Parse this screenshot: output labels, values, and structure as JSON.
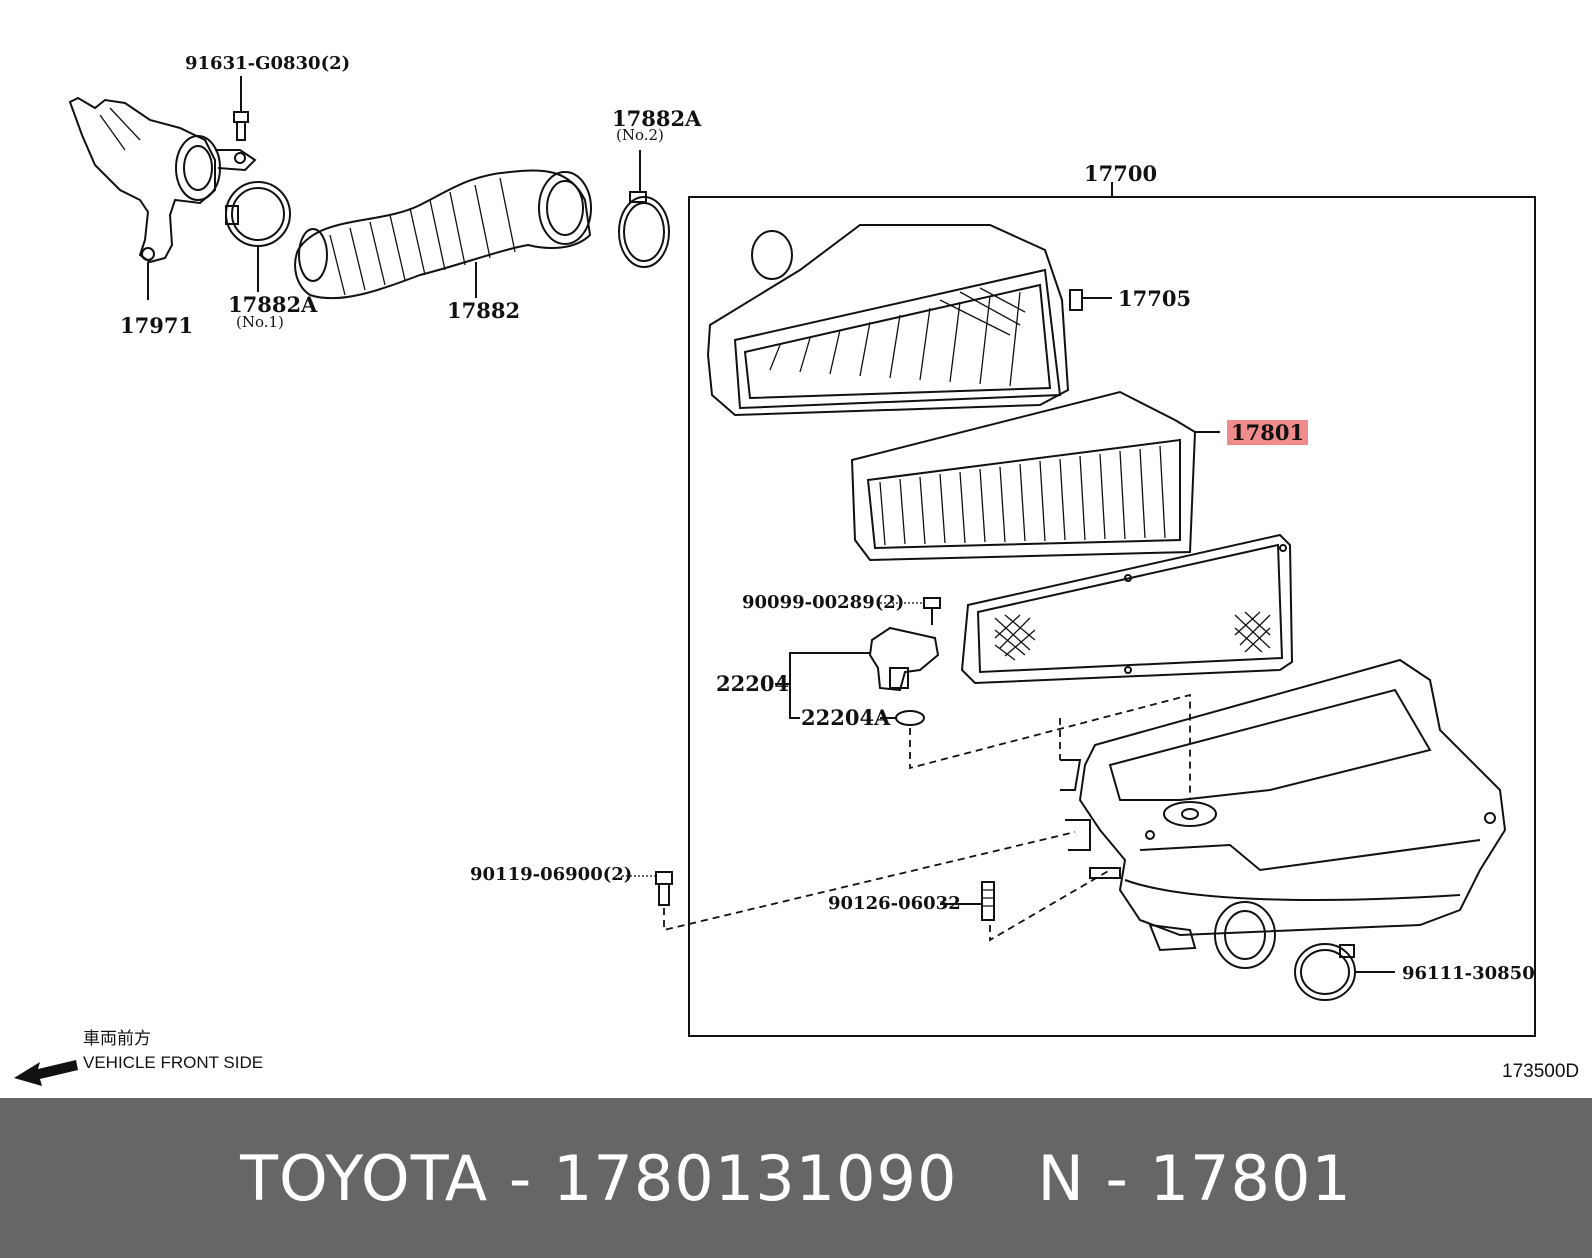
{
  "callouts": {
    "p1": "91631-G0830(2)",
    "p2": "17971",
    "p3": "17882A",
    "p3_note": "(No.1)",
    "p4": "17882",
    "p5": "17882A",
    "p5_note": "(No.2)",
    "p6": "17700",
    "p7": "17705",
    "p8": "17801",
    "p9": "90099-00289(2)",
    "p10": "22204",
    "p11": "22204A",
    "p12": "90119-06900(2)",
    "p13": "90126-06032",
    "p14": "96111-30850"
  },
  "direction": {
    "jp": "車両前方",
    "en": "VEHICLE FRONT SIDE"
  },
  "figure_code": "173500D",
  "footer": {
    "brand_part": "TOYOTA - 1780131090",
    "ref": "N - 17801"
  },
  "colors": {
    "highlight": "#f08c8c",
    "footer_bg": "#666666",
    "footer_text": "#ffffff"
  }
}
